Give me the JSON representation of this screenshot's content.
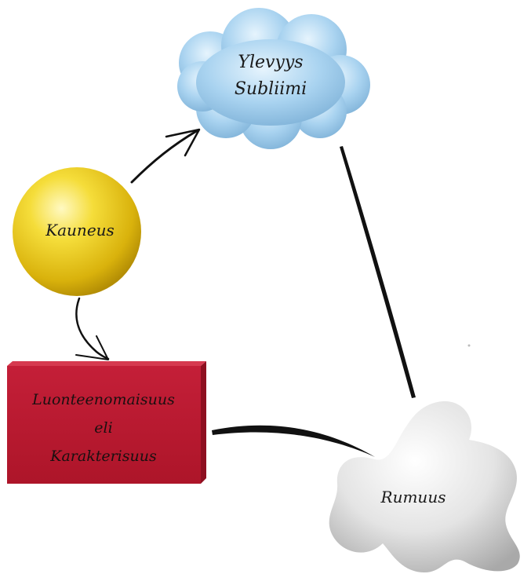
{
  "nodes": {
    "sublime": {
      "line1": "Ylevyys",
      "line2": "Subliimi",
      "color": "#a9d3f0"
    },
    "beauty": {
      "label": "Kauneus",
      "color": "#f2d21c"
    },
    "characteristic": {
      "line1": "Luonteenomaisuus",
      "line2": "eli",
      "line3": "Karakterisuus",
      "color": "#be1a33"
    },
    "ugliness": {
      "label": "Rumuus",
      "color": "#dddddd"
    }
  },
  "connectors": [
    {
      "from": "beauty",
      "to": "sublime",
      "style": "arrow"
    },
    {
      "from": "beauty",
      "to": "characteristic",
      "style": "arrow"
    },
    {
      "from": "sublime",
      "to": "ugliness",
      "style": "line"
    },
    {
      "from": "characteristic",
      "to": "ugliness",
      "style": "line"
    }
  ]
}
